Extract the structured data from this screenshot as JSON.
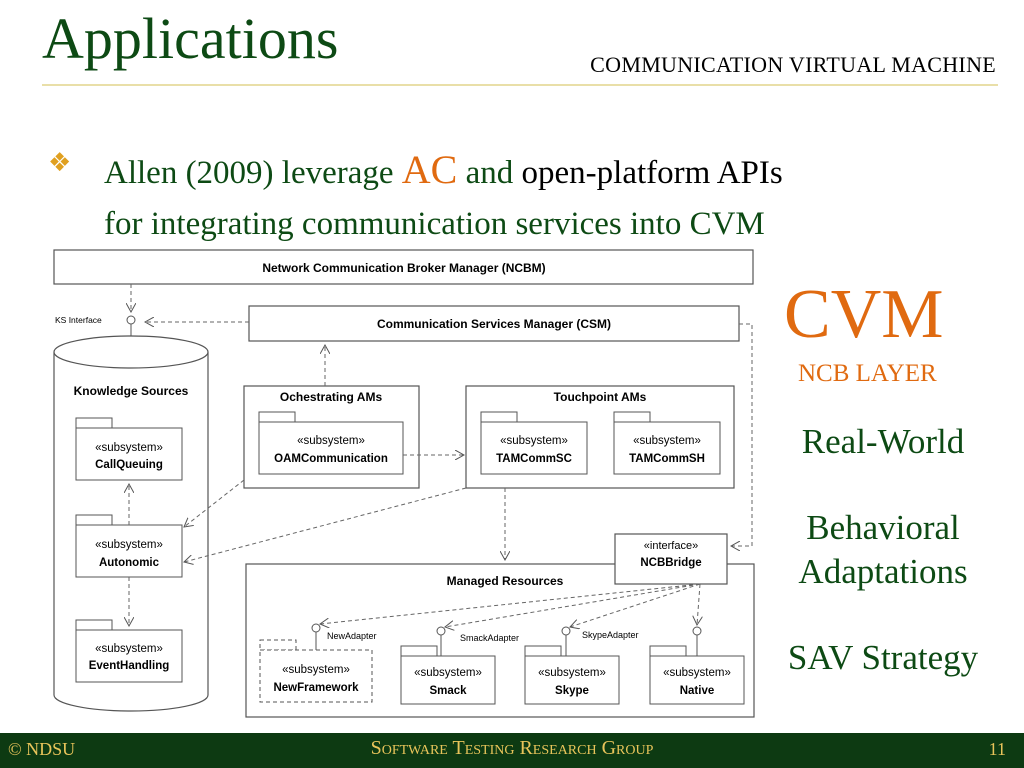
{
  "header": {
    "title": "Applications",
    "subtitle": "COMMUNICATION VIRTUAL MACHINE"
  },
  "bullet": {
    "before": "Allen (2009) leverage ",
    "highlight": "AC",
    "middle": " and ",
    "strong": "open-platform APIs",
    "line2": "for integrating communication services into CVM"
  },
  "diagram": {
    "ncbm": "Network Communication Broker Manager (NCBM)",
    "ks_interface": "KS Interface",
    "csm": "Communication Services Manager (CSM)",
    "knowledge_sources": "Knowledge Sources",
    "stereotype_subsystem": "«subsystem»",
    "stereotype_interface": "«interface»",
    "call_queuing": "CallQueuing",
    "autonomic": "Autonomic",
    "event_handling": "EventHandling",
    "orchestrating": "Ochestrating AMs",
    "oam": "OAMCommunication",
    "touchpoint": "Touchpoint AMs",
    "tam_sc": "TAMCommSC",
    "tam_sh": "TAMCommSH",
    "ncb_bridge": "NCBBridge",
    "managed_resources": "Managed Resources",
    "new_adapter": "NewAdapter",
    "smack_adapter": "SmackAdapter",
    "skype_adapter": "SkypeAdapter",
    "new_framework": "NewFramework",
    "smack": "Smack",
    "skype": "Skype",
    "native": "Native"
  },
  "side": {
    "cvm": "CVM",
    "ncb_layer": "NCB LAYER",
    "item1": "Real-World",
    "item2_line1": "Behavioral",
    "item2_line2": "Adaptations",
    "item3": "SAV Strategy"
  },
  "footer": {
    "left": "© NDSU",
    "center": "Software Testing Research Group",
    "page": "11"
  }
}
